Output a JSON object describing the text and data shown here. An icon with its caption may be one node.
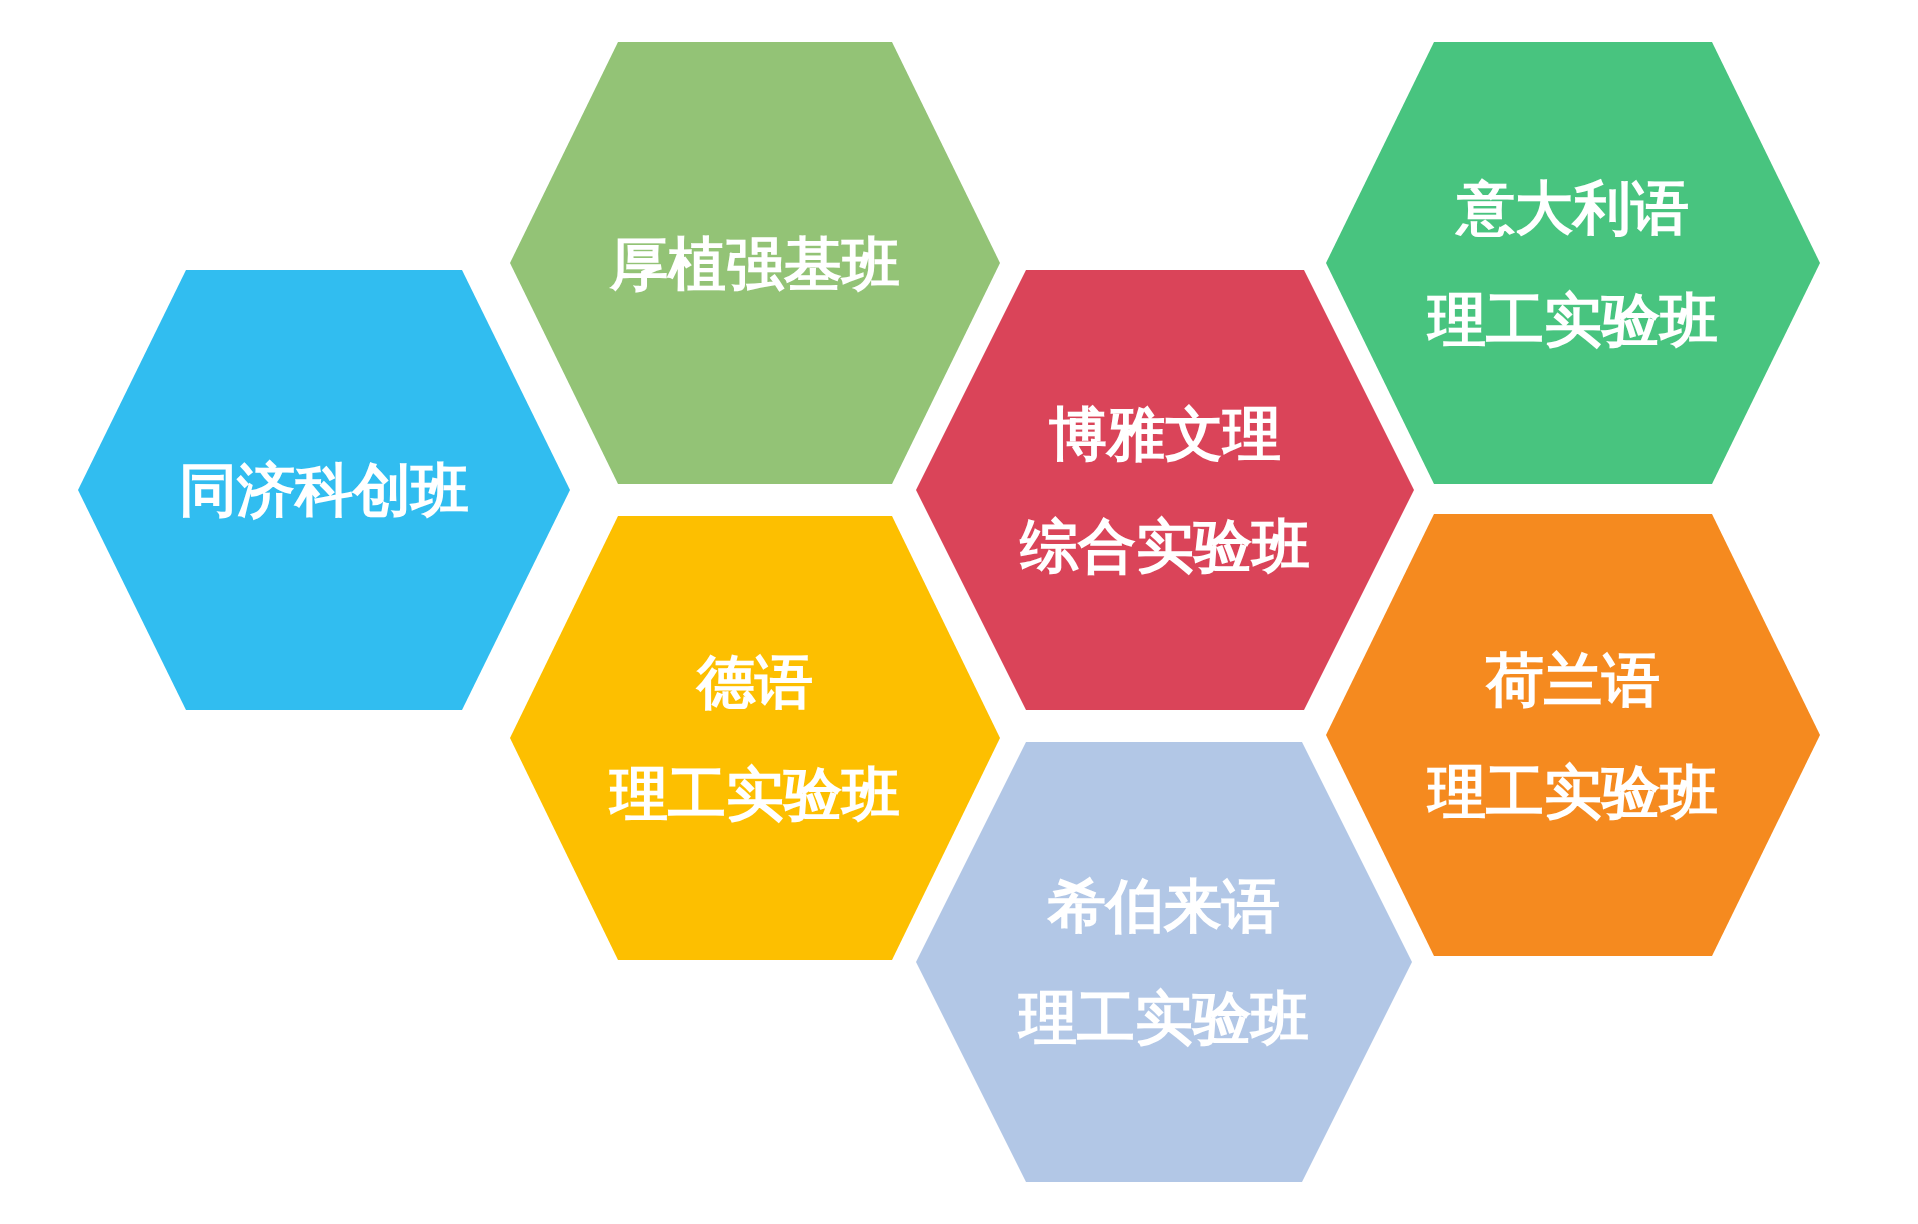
{
  "diagram": {
    "nodes": [
      {
        "text": [
          "同济科创班"
        ]
      },
      {
        "text": [
          "厚植强基班"
        ]
      },
      {
        "text": [
          "德语",
          "理工实验班"
        ]
      },
      {
        "text": [
          "博雅文理",
          "综合实验班"
        ]
      },
      {
        "text": [
          "希伯来语",
          "理工实验班"
        ]
      },
      {
        "text": [
          "意大利语",
          "理工实验班"
        ]
      },
      {
        "text": [
          "荷兰语",
          "理工实验班"
        ]
      }
    ]
  }
}
